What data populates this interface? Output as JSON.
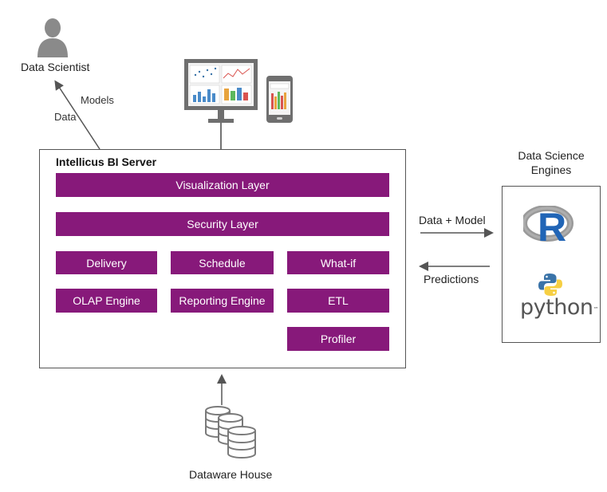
{
  "people": {
    "data_scientist": "Data Scientist"
  },
  "arrows": {
    "models": "Models",
    "data": "Data",
    "data_model": "Data + Model",
    "predictions": "Predictions"
  },
  "server": {
    "title": "Intellicus BI Server",
    "visualization": "Visualization Layer",
    "security": "Security Layer",
    "delivery": "Delivery",
    "schedule": "Schedule",
    "whatif": "What-if",
    "olap": "OLAP Engine",
    "reporting": "Reporting Engine",
    "etl": "ETL",
    "profiler": "Profiler"
  },
  "engines": {
    "title_line1": "Data Science",
    "title_line2": "Engines",
    "r_logo_text": "R",
    "python_text": "python",
    "python_tm": "™"
  },
  "warehouse": {
    "label": "Dataware House"
  },
  "colors": {
    "layer_purple": "#87197a",
    "r_blue": "#2165b6",
    "r_gray": "#9a9a9a",
    "python_blue": "#3a73a8",
    "python_yellow": "#f6cf43",
    "gray_icon": "#8a8a8a"
  }
}
